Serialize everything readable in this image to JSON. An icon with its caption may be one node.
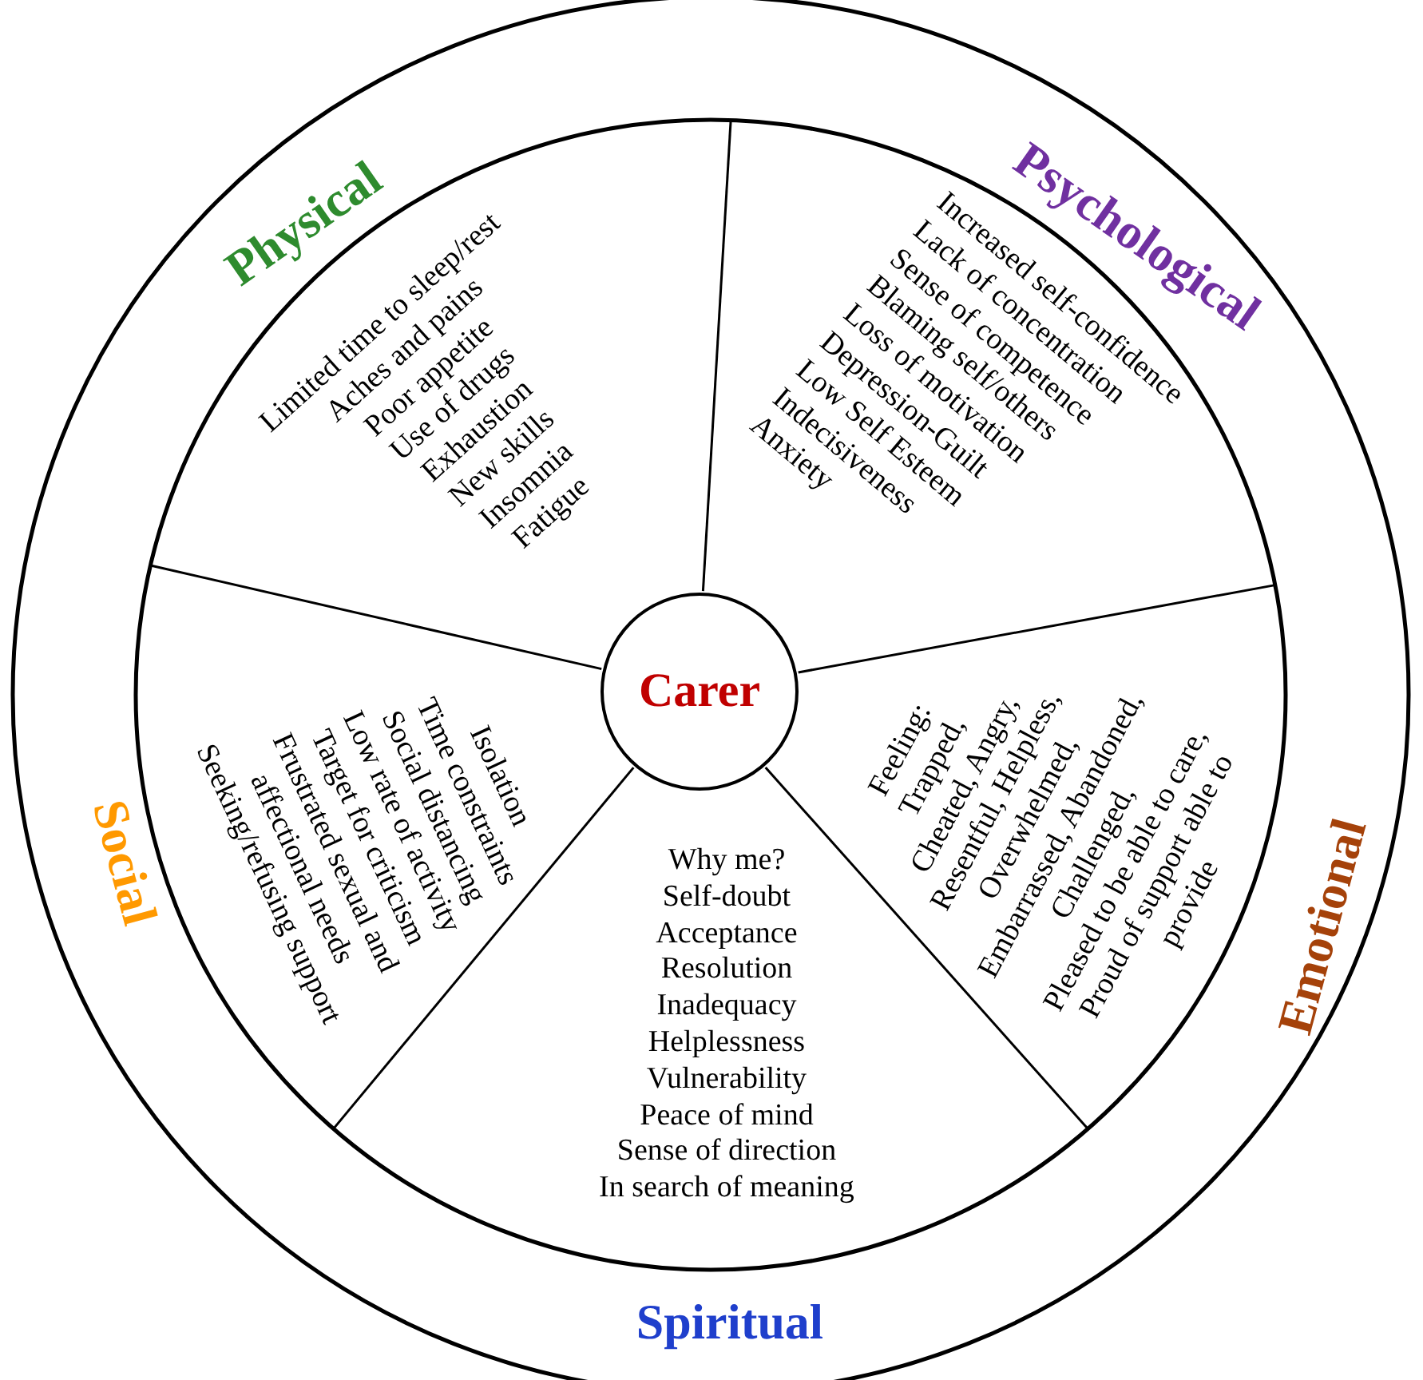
{
  "diagram": {
    "nodes": [
      {
        "text": [
          "Physical",
          "Limited time to sleep/rest",
          "Aches and pains",
          "Poor appetite",
          "Use of drugs",
          "Exhaustion",
          "New skills",
          "Insomnia",
          "Fatigue"
        ]
      },
      {
        "text": [
          "Psychological",
          "Increased self-confidence",
          "Lack of concentration",
          "Sense of competence",
          "Blaming self/others",
          "Loss of motivation",
          "Depression-Guilt",
          "Low Self Esteem",
          "Indecisiveness",
          "Anxiety"
        ]
      },
      {
        "text": [
          "Carer"
        ]
      },
      {
        "text": [
          "Social",
          "Isolation",
          "Time constraints",
          "Social distancing",
          "Low rate of activity",
          "Target for criticism",
          "Frustrated sexual and affectional needs",
          "Seeking/refusing support"
        ]
      },
      {
        "text": [
          "Emotional",
          "Feeling:",
          "Trapped,",
          "Cheated, Angry,",
          "Resentful, Helpless,",
          "Overwhelmed,",
          "Embarrassed, Abandoned,",
          "Challenged,",
          "Pleased to be able to care,",
          "Proud of support able to provide"
        ]
      },
      {
        "text": [
          "Why me?",
          "Self-doubt",
          "Acceptance",
          "Resolution",
          "Inadequacy",
          "Helplessness",
          "Vulnerability",
          "Peace of mind",
          "Sense of direction",
          "In search of meaning",
          "Spiritual"
        ]
      }
    ]
  }
}
